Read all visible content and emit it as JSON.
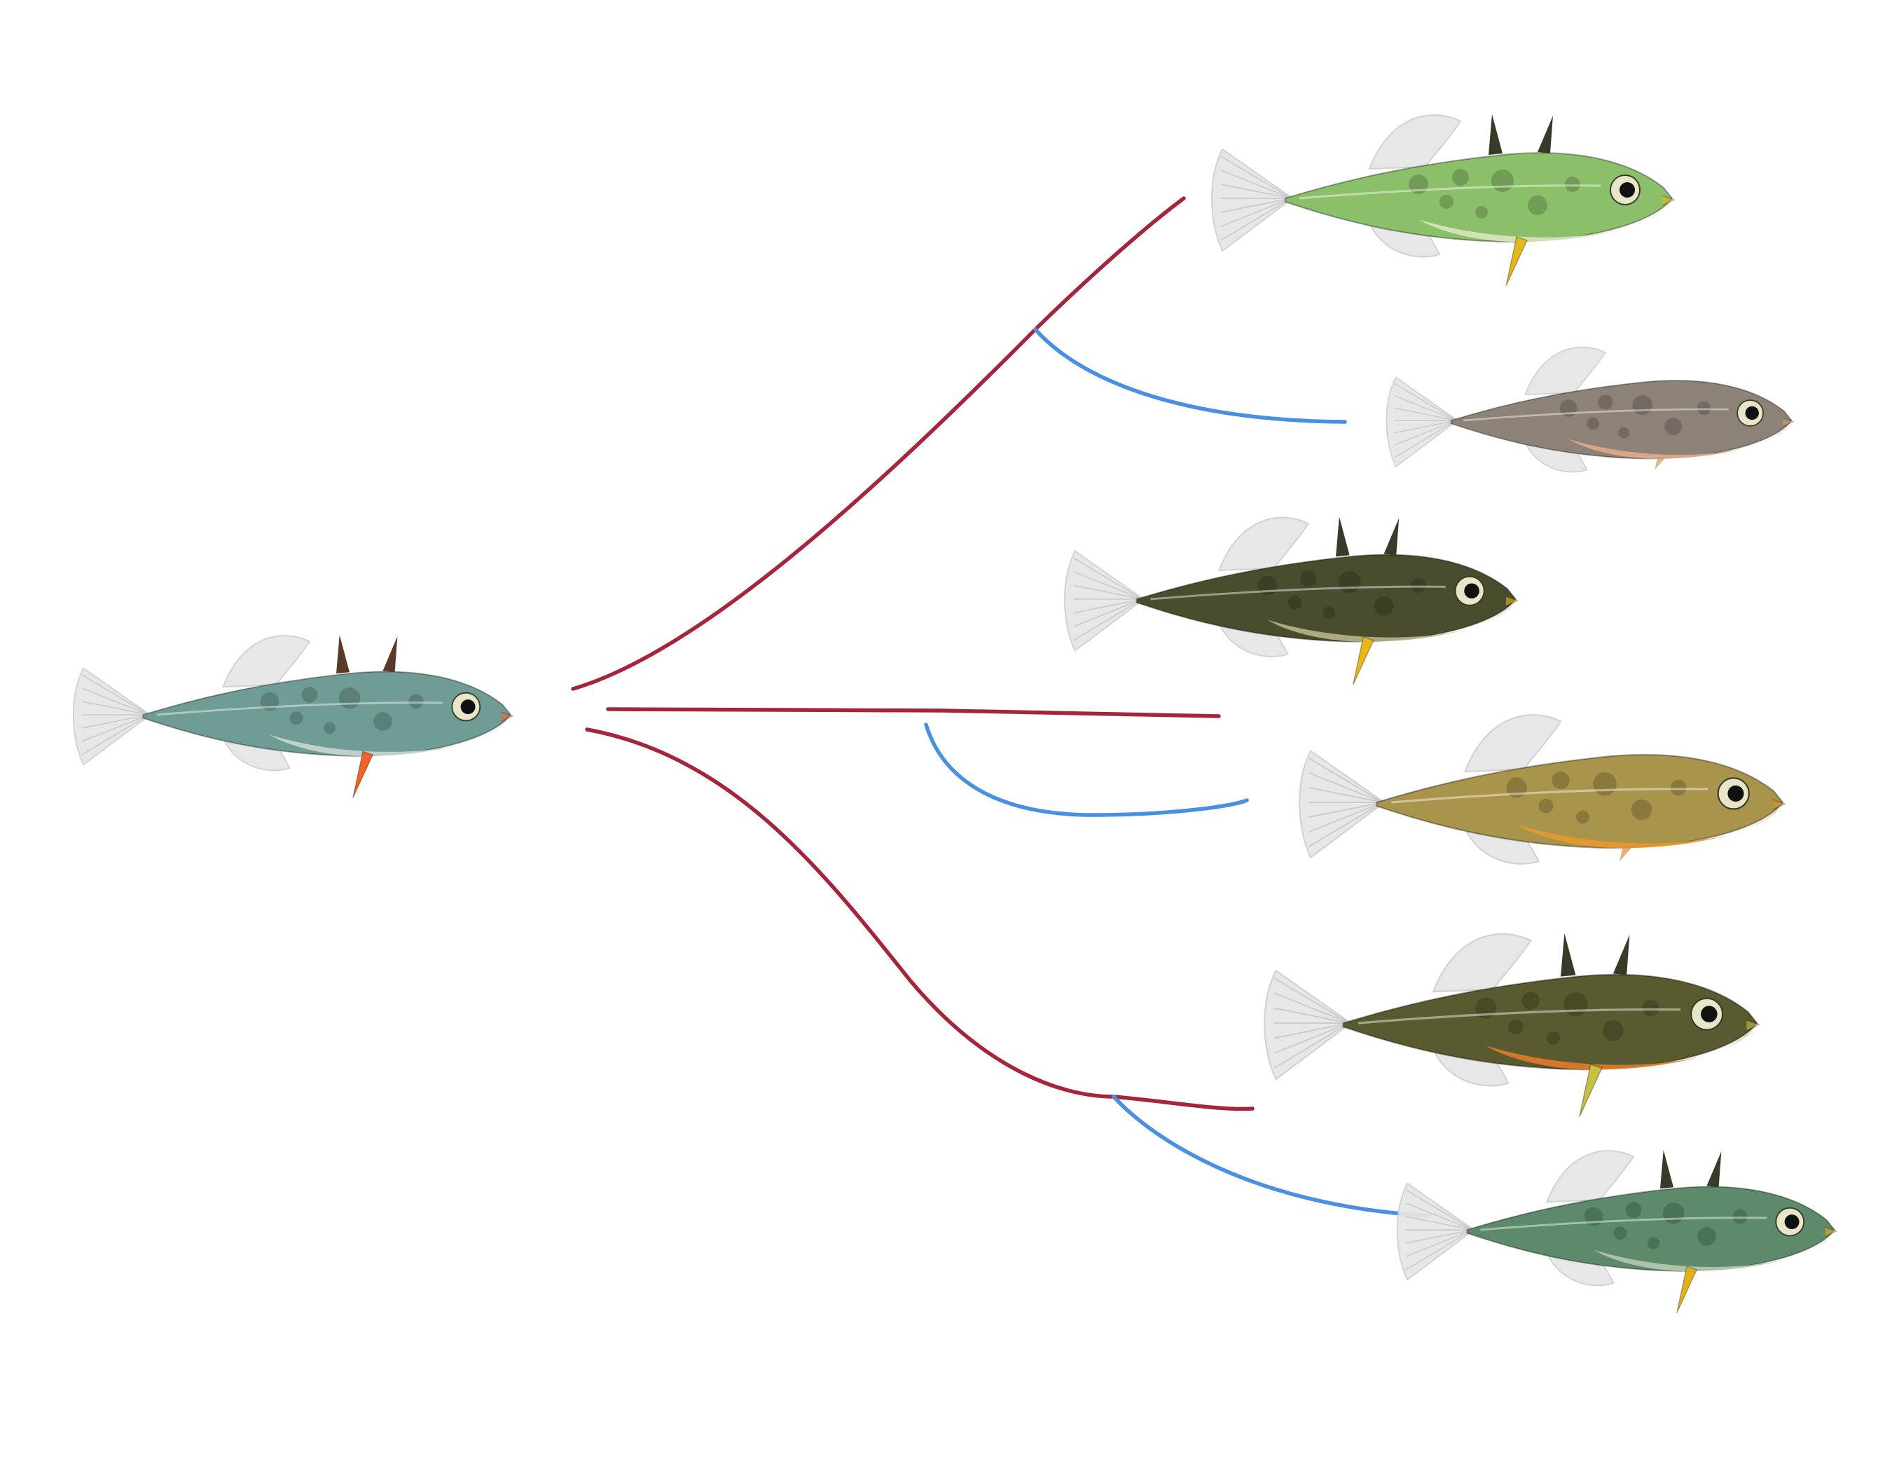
{
  "colors": {
    "background": "#ffffff",
    "red_branch": "#a5253a",
    "blue_branch": "#4a90e2"
  },
  "tree": {
    "ancestor": {
      "icon": "ancestral-marine-stickleback-icon",
      "body_color": "#6f9c94",
      "belly_color": "#c9d6d0",
      "accent_color": "#f06428"
    },
    "descendants": [
      {
        "icon": "stickleback-fish-icon",
        "lineage": "red",
        "body_color": "#8cbf6a",
        "belly_color": "#d8e6c0",
        "accent_color": "#e2b81a",
        "spines": true,
        "pelvic": true
      },
      {
        "icon": "stickleback-fish-icon",
        "lineage": "blue",
        "body_color": "#8c8278",
        "belly_color": "#e0a88a",
        "accent_color": "#c9a06a",
        "spines": false,
        "pelvic": false
      },
      {
        "icon": "stickleback-fish-icon",
        "lineage": "red",
        "body_color": "#4a4c2e",
        "belly_color": "#b8b48c",
        "accent_color": "#e8b818",
        "spines": true,
        "pelvic": true
      },
      {
        "icon": "stickleback-fish-icon",
        "lineage": "blue",
        "body_color": "#a8944a",
        "belly_color": "#e8982e",
        "accent_color": "#d89040",
        "spines": false,
        "pelvic": false
      },
      {
        "icon": "stickleback-fish-icon",
        "lineage": "red",
        "body_color": "#5a5a30",
        "belly_color": "#e07a28",
        "accent_color": "#c8c040",
        "spines": true,
        "pelvic": true
      },
      {
        "icon": "stickleback-fish-icon",
        "lineage": "blue",
        "body_color": "#5c8a6a",
        "belly_color": "#b8c8b0",
        "accent_color": "#e0b020",
        "spines": true,
        "pelvic": true
      }
    ]
  }
}
